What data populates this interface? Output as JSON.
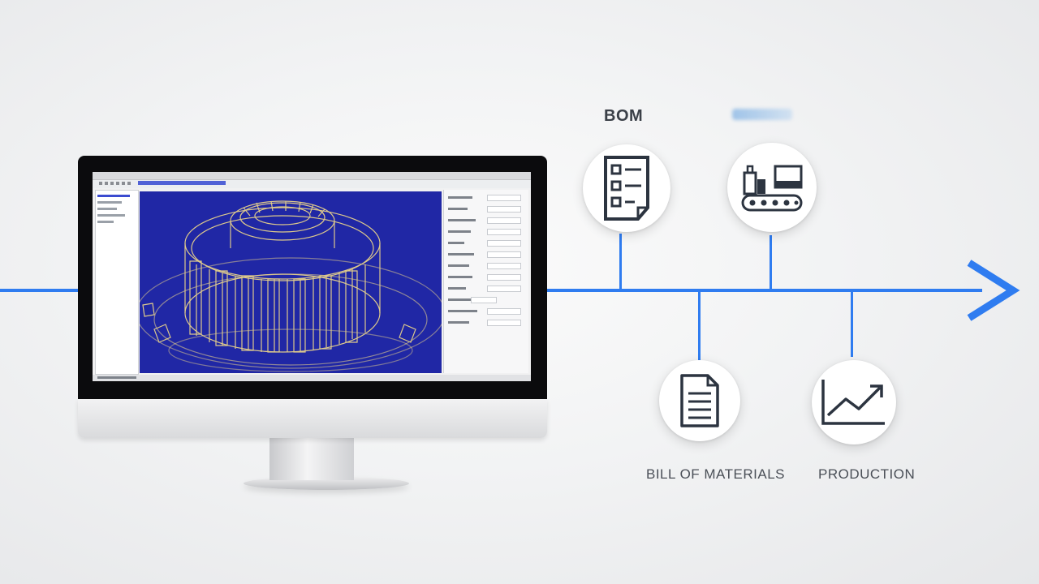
{
  "diagram": {
    "colors": {
      "timeline": "#2f7cf0",
      "cad_viewport": "#2027a5",
      "wireframe": "#e8d28a",
      "icon_stroke": "#2c3440"
    },
    "steps": [
      {
        "label": "BOM",
        "icon": "checklist-icon",
        "position": "above"
      },
      {
        "label": "",
        "icon": "conveyor-factory-icon",
        "position": "above"
      },
      {
        "label": "BILL OF MATERIALS",
        "icon": "document-icon",
        "position": "below"
      },
      {
        "label": "PRODUCTION",
        "icon": "growth-chart-icon",
        "position": "below"
      }
    ],
    "monitor": {
      "content": "gear-wireframe-icon"
    }
  }
}
